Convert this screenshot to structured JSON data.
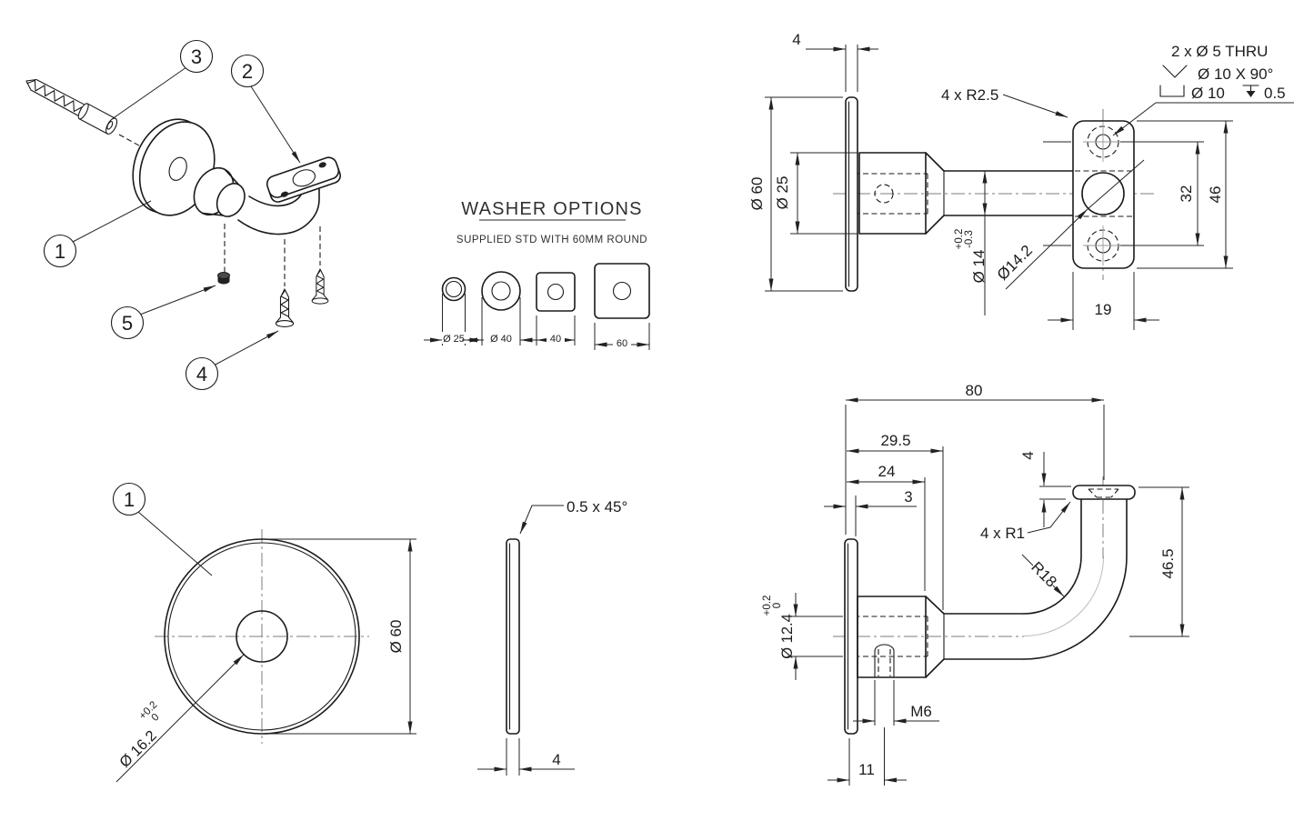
{
  "balloons": {
    "b1": "1",
    "b2": "2",
    "b3": "3",
    "b4": "4",
    "b5": "5"
  },
  "washer_options": {
    "title": "WASHER OPTIONS",
    "subtitle": "SUPPLIED STD WITH 60MM ROUND",
    "items": [
      {
        "name": "round-25",
        "label": "Ø 25"
      },
      {
        "name": "round-40",
        "label": "Ø 40"
      },
      {
        "name": "square-40",
        "label": "40"
      },
      {
        "name": "square-60",
        "label": "60"
      }
    ]
  },
  "front_view": {
    "washer_thickness": "4",
    "flange_dia": "Ø 60",
    "boss_dia": "Ø 25",
    "corner_note": "4 x R2.5",
    "hole_note_line1": "2 x Ø 5 THRU",
    "hole_note_line2": "Ø 10 X 90°",
    "hole_note_line3_dia": "Ø 10",
    "hole_note_line3_depth": "0.5",
    "arm_dia": "Ø 14",
    "arm_tol_upper": "+0.2",
    "arm_tol_lower": "-0.3",
    "center_hole_dia": "Ø14.2",
    "hole_spacing": "32",
    "plate_height": "46",
    "plate_width": "19"
  },
  "side_view": {
    "overall_depth": "80",
    "body_depth": "29.5",
    "boss_depth": "24",
    "washer_gap": "3",
    "saddle_thickness": "4",
    "saddle_radius_note": "4 x R1",
    "bend_radius": "R18",
    "height": "46.5",
    "bore_dia": "Ø 12.4",
    "bore_tol_upper": "+0.2",
    "bore_tol_lower": "0",
    "thread_label": "M6",
    "thread_offset": "11"
  },
  "washer_face_view": {
    "outer_dia": "Ø 60",
    "hole_dia": "Ø 16.2",
    "hole_tol_upper": "+0.2",
    "hole_tol_lower": "0"
  },
  "washer_side_view": {
    "chamfer_note": "0.5 x 45°",
    "thickness": "4"
  }
}
